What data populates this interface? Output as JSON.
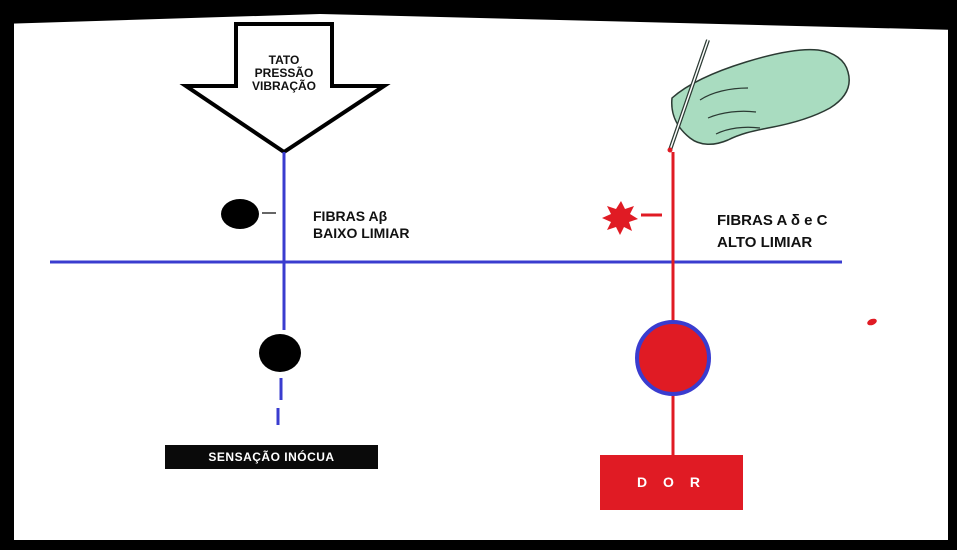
{
  "stimulus": {
    "lines": [
      "TATO",
      "PRESSÃO",
      "VIBRAÇÃO"
    ]
  },
  "fiber_a_beta": {
    "line1": "FIBRAS Aβ",
    "line2": "BAIXO LIMIAR"
  },
  "fiber_a_delta_c": {
    "line1": "FIBRAS A δ e C",
    "line2": "ALTO LIMIAR"
  },
  "outputs": {
    "innocuous": "SENSAÇÃO INÓCUA",
    "pain": "D O R"
  },
  "colors": {
    "blue_pathway": "#3a3ccf",
    "red_pathway": "#e01b24",
    "glove": "#a9dcc0",
    "frame": "#000000"
  },
  "icons": {
    "stimulus": "arrow-down-icon",
    "pin": "needle-icon",
    "hand": "gloved-hand-icon",
    "pain_spark": "star-burst-icon"
  }
}
